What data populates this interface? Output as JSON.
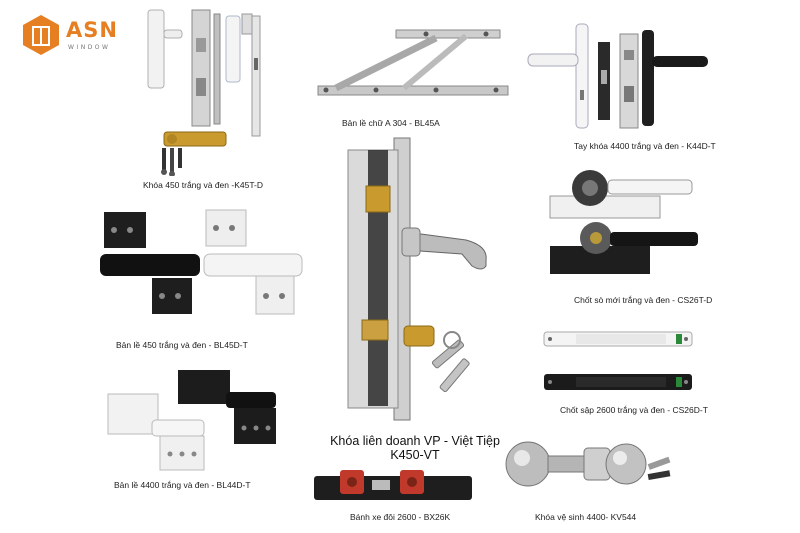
{
  "logo": {
    "name": "ASN",
    "tagline": "WINDOW",
    "color": "#e67e22"
  },
  "products": [
    {
      "id": "k45t",
      "caption": "Khóa 450 trắng và đen -K45T-D"
    },
    {
      "id": "bl45a",
      "caption": "Bản lề chữ A 304 - BL45A"
    },
    {
      "id": "k44d",
      "caption": "Tay khóa 4400 trắng và đen - K44D-T"
    },
    {
      "id": "bl45d",
      "caption": "Bản lề 450 trắng và đen - BL45D-T"
    },
    {
      "id": "cs26t",
      "caption": "Chốt sò mới trắng và đen - CS26T-D"
    },
    {
      "id": "cs26d",
      "caption": "Chốt sập 2600 trắng và đen - CS26D-T"
    },
    {
      "id": "bl44d",
      "caption": "Bản lề 4400 trắng và đen - BL44D-T"
    },
    {
      "id": "bx26k",
      "caption": "Bánh xe đôi 2600 - BX26K"
    },
    {
      "id": "kv544",
      "caption": "Khóa vệ sinh 4400- KV544"
    }
  ],
  "featured": {
    "line1": "Khóa liên doanh VP - Việt Tiệp",
    "line2": "K450-VT"
  }
}
